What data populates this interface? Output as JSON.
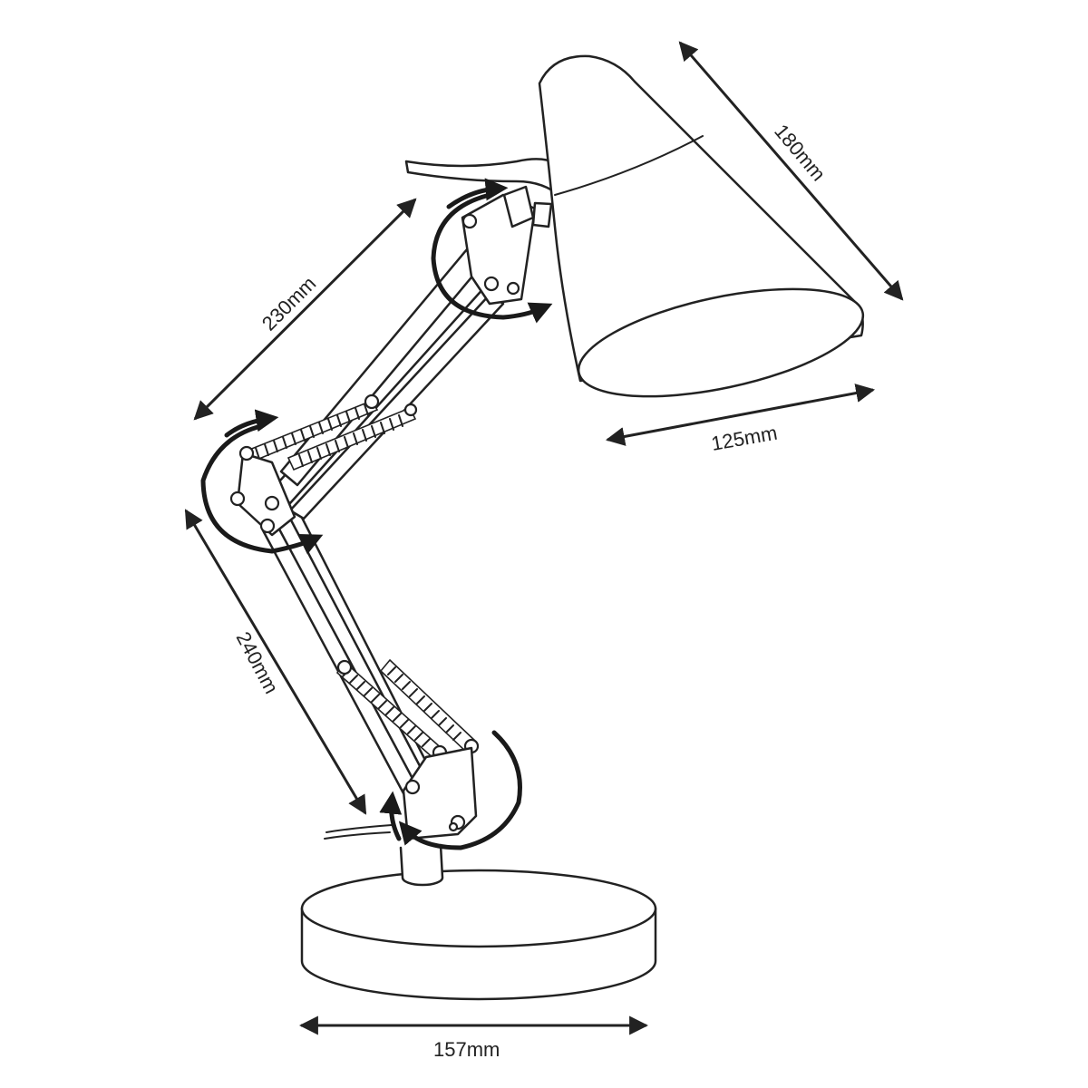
{
  "diagram": {
    "subject": "adjustable desk lamp",
    "dimensions": {
      "shade_length": "180mm",
      "upper_arm": "230mm",
      "shade_diameter": "125mm",
      "lower_arm": "240mm",
      "base_diameter": "157mm"
    },
    "colors": {
      "line": "#222222",
      "background": "#ffffff"
    }
  }
}
